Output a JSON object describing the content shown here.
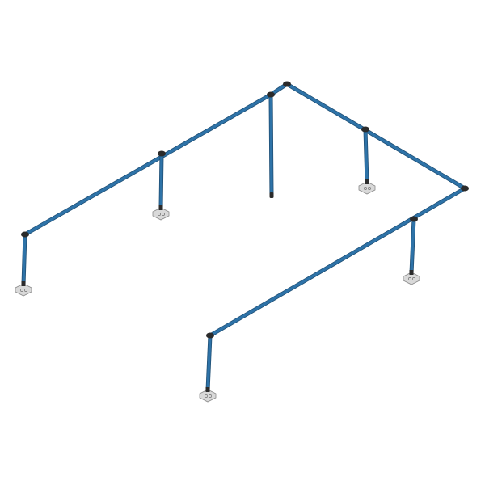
{
  "diagram": {
    "type": "isometric-pipe-frame",
    "colors": {
      "pipe": "#2e73a8",
      "fitting": "#2b2b2b",
      "foot": "#d9d9d9",
      "foot_outline": "#8a8a8a",
      "background": "#ffffff"
    },
    "components": {
      "horizontal_runs": 4,
      "vertical_drops": 6,
      "feet": 5,
      "end_caps": 1
    }
  }
}
